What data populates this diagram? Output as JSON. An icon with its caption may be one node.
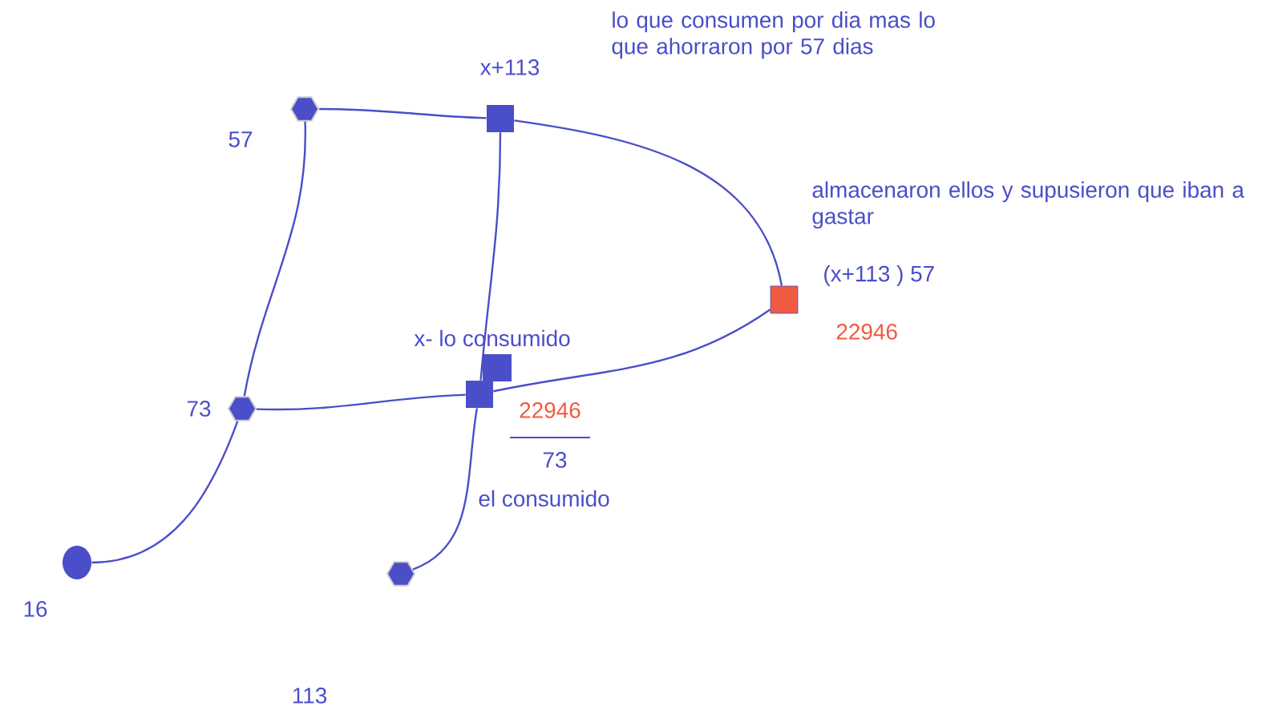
{
  "diagram": {
    "nodes": [
      {
        "text": [],
        "shape": "hexagon",
        "beside": [
          "57"
        ]
      },
      {
        "text": [],
        "shape": "box",
        "beside": [
          "x+113"
        ]
      },
      {
        "text": [],
        "shape": "box",
        "beside": [
          "(x+113 ) 57",
          "22946"
        ]
      },
      {
        "text": [],
        "shape": "box",
        "beside": [
          "x- lo consumido"
        ]
      },
      {
        "text": [],
        "shape": "hexagon",
        "beside": [
          "73"
        ]
      },
      {
        "text": [],
        "shape": "circle",
        "beside": [
          "16"
        ]
      },
      {
        "text": [],
        "shape": "hexagon"
      }
    ],
    "edges": [
      {
        "from": 0,
        "to": 1,
        "arrow": "none"
      },
      {
        "from": 1,
        "to": 2,
        "arrow": "none"
      },
      {
        "from": 0,
        "to": 4,
        "arrow": "none"
      },
      {
        "from": 4,
        "to": 5,
        "arrow": "none"
      },
      {
        "from": 4,
        "to": 3,
        "arrow": "none"
      },
      {
        "from": 3,
        "to": 2,
        "arrow": "none"
      },
      {
        "from": 1,
        "to": 3,
        "arrow": "none"
      },
      {
        "from": 3,
        "to": 6,
        "arrow": "none"
      }
    ],
    "labels": [
      "lo que consumen por dia mas lo que ahorraron por 57 dias",
      "almacenaron ellos y supusieron que iban a gastar",
      "22946",
      "73",
      "el consumido",
      "113"
    ]
  }
}
